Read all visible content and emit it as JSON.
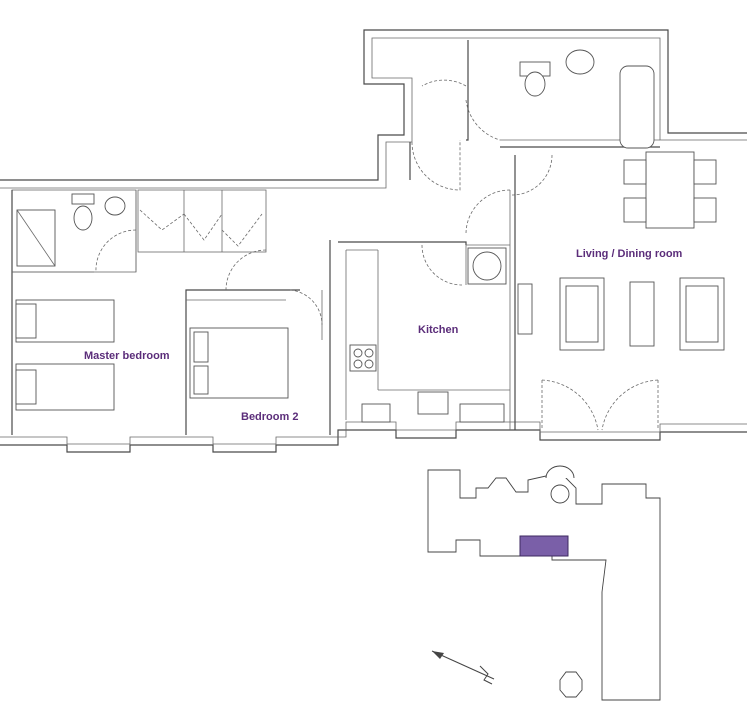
{
  "rooms": {
    "master_bedroom": "Master bedroom",
    "bedroom_2": "Bedroom 2",
    "kitchen": "Kitchen",
    "living_dining": "Living / Dining room"
  },
  "colors": {
    "label": "#5b2d7a",
    "highlight": "#7a5fa8",
    "wall": "#4a4a4a"
  },
  "icons": [
    "north-arrow-icon"
  ]
}
